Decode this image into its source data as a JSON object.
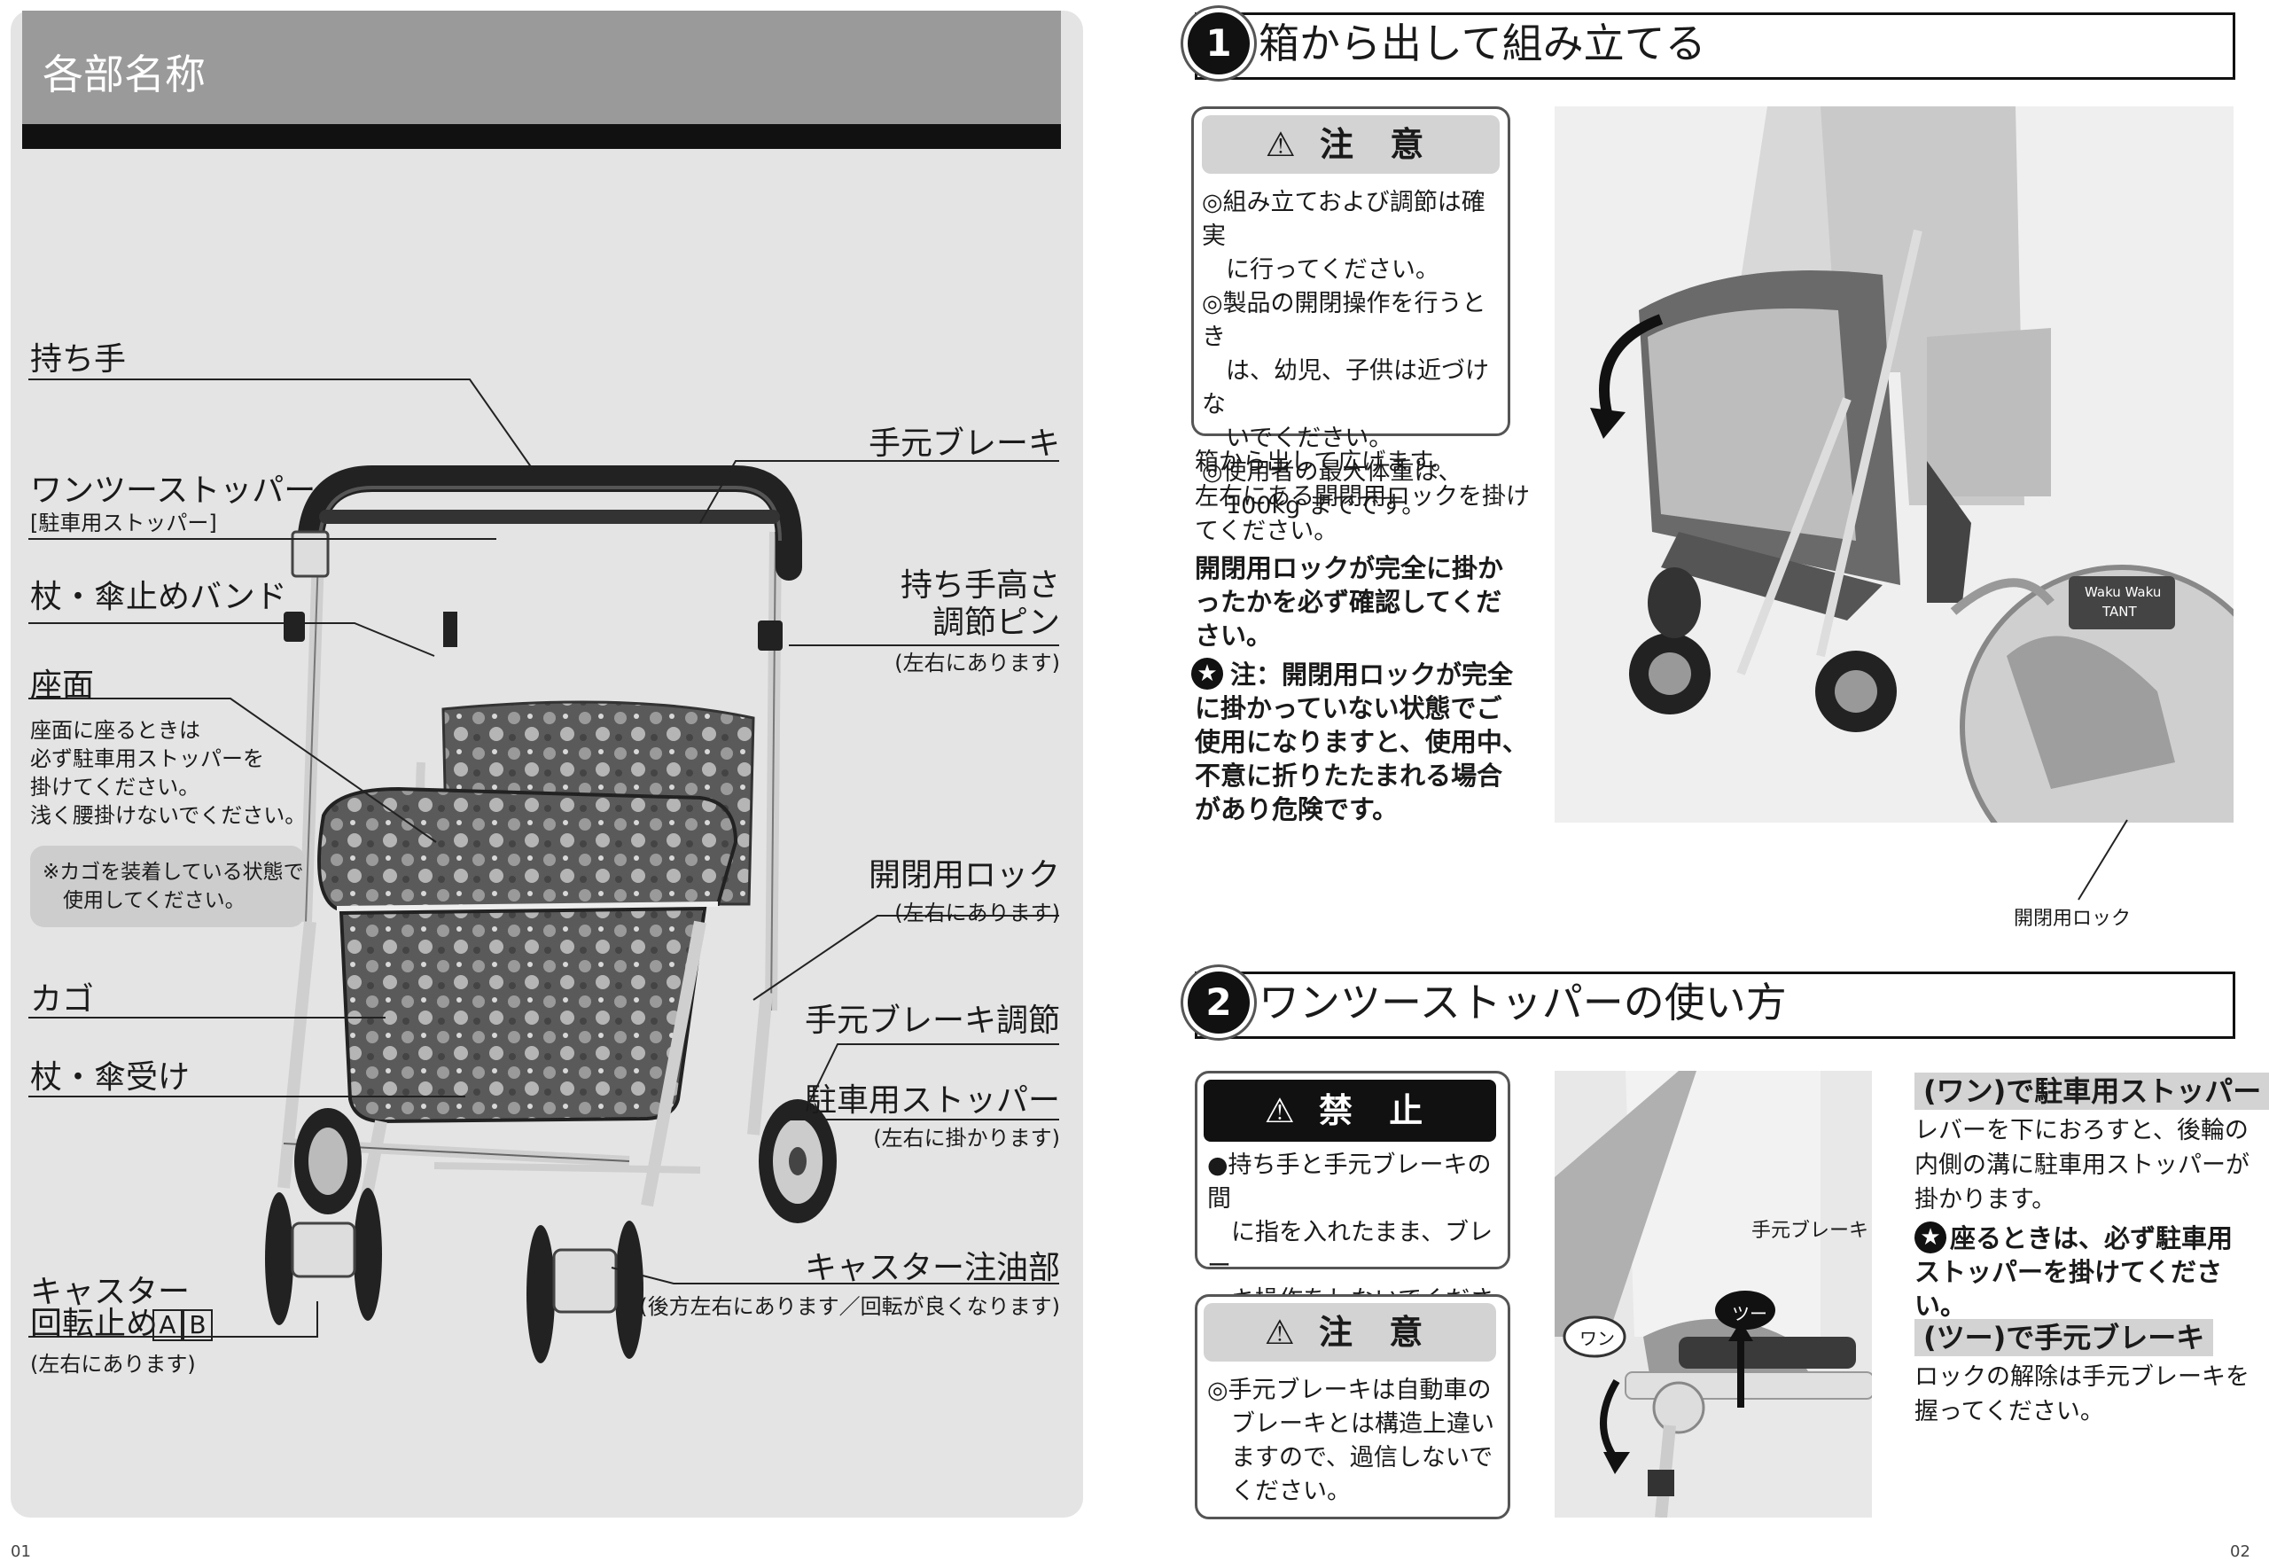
{
  "left_page": {
    "section_title": "各部名称",
    "labels": {
      "handle": "持ち手",
      "one_two_stopper": "ワンツーストッパー",
      "one_two_stopper_sub": "[駐車用ストッパー]",
      "cane_band": "杖・傘止めバンド",
      "seat": "座面",
      "seat_note": "座面に座るときは\n必ず駐車用ストッパーを\n掛けてください。\n浅く腰掛けないでください。",
      "seat_note_box": "※カゴを装着している状態で\n　使用してください。",
      "basket": "カゴ",
      "cane_holder": "杖・傘受け",
      "caster_lock": "キャスター\n回転止め",
      "caster_lock_ab": [
        "A",
        "B"
      ],
      "caster_lock_sub": "(左右にあります)",
      "hand_brake": "手元ブレーキ",
      "handle_height_pin": "持ち手高さ\n調節ピン",
      "handle_height_pin_sub": "(左右にあります)",
      "fold_lock": "開閉用ロック",
      "fold_lock_sub": "(左右にあります)",
      "hand_brake_adjust": "手元ブレーキ調節",
      "parking_stopper": "駐車用ストッパー",
      "parking_stopper_sub": "(左右に掛かります)",
      "caster_oil": "キャスター注油部",
      "caster_oil_sub": "(後方左右にあります／回転が良くなります)"
    },
    "page_number": "01"
  },
  "right_page": {
    "step1": {
      "number": "1",
      "title": "箱から出して組み立てる",
      "caution_title": "注 意",
      "caution_items": "◎組み立ておよび調節は確実\n　に行ってください。\n◎製品の開閉操作を行うとき\n　は、幼児、子供は近づけな\n　いでください。\n◎使用者の最大体重は、\n　100kg までです。",
      "instructions": "箱から出して広げます。\n左右にある開閉用ロックを掛け\nてください。",
      "instructions_bold": "開閉用ロックが完全に掛か\nったかを必ず確認してくだ\nさい。",
      "note_bold": "注：開閉用ロックが完全\nに掛かっていない状態でご\n使用になりますと、使用中、\n不意に折りたたまれる場合\nがあり危険です。",
      "photo_label": "開閉用ロック",
      "brand_tag": "Waku Waku\nTANT"
    },
    "step2": {
      "number": "2",
      "title": "ワンツーストッパーの使い方",
      "prohibit_title": "禁 止",
      "prohibit_text": "●持ち手と手元ブレーキの間\n　に指を入れたまま、ブレー\n　キ操作をしないでください。",
      "caution_title": "注 意",
      "caution_text": "◎手元ブレーキは自動車の\n　ブレーキとは構造上違い\n　ますので、過信しないで\n　ください。",
      "photo_brake_label": "手元ブレーキ",
      "photo_one": "ワン",
      "photo_two": "ツー",
      "one_heading": "(ワン)で駐車用ストッパー",
      "one_text": "レバーを下におろすと、後輪の\n内側の溝に駐車用ストッパーが\n掛かります。",
      "one_bold": "座るときは、必ず駐車用\nストッパーを掛けてください。",
      "two_heading": "(ツー)で手元ブレーキ",
      "two_text": "ロックの解除は手元ブレーキを\n握ってください。"
    },
    "page_number": "02"
  }
}
